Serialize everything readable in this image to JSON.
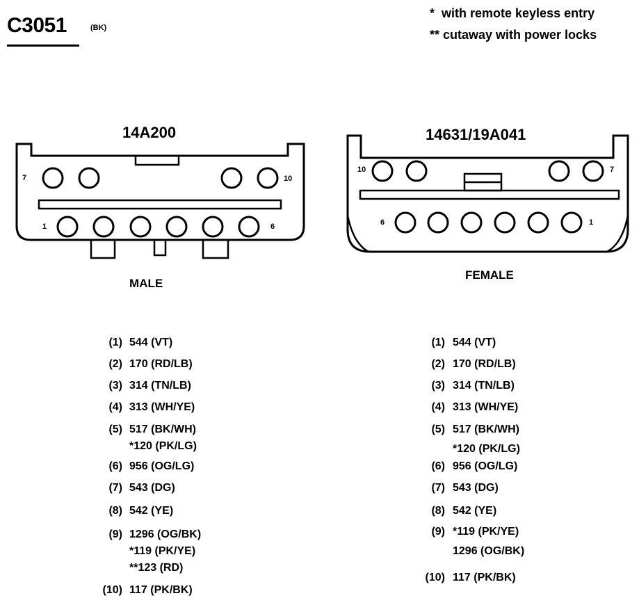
{
  "connector": {
    "id": "C3051",
    "color": "(BK)"
  },
  "notes": {
    "single": "*  with remote keyless entry",
    "double": "** cutaway with power locks"
  },
  "male": {
    "part": "14A200",
    "label": "MALE",
    "pin_labels": {
      "p7": "7",
      "p10": "10",
      "p1": "1",
      "p6": "6"
    },
    "pins": [
      {
        "num": "(1)",
        "lines": [
          "544 (VT)"
        ]
      },
      {
        "num": "(2)",
        "lines": [
          "170 (RD/LB)"
        ]
      },
      {
        "num": "(3)",
        "lines": [
          "314 (TN/LB)"
        ]
      },
      {
        "num": "(4)",
        "lines": [
          "313 (WH/YE)"
        ]
      },
      {
        "num": "(5)",
        "lines": [
          "517 (BK/WH)",
          "*120 (PK/LG)"
        ]
      },
      {
        "num": "(6)",
        "lines": [
          "956 (OG/LG)"
        ]
      },
      {
        "num": "(7)",
        "lines": [
          "543 (DG)"
        ]
      },
      {
        "num": "(8)",
        "lines": [
          "542 (YE)"
        ]
      },
      {
        "num": "(9)",
        "lines": [
          "1296 (OG/BK)",
          "*119 (PK/YE)",
          "**123 (RD)"
        ]
      },
      {
        "num": "(10)",
        "lines": [
          "117 (PK/BK)"
        ]
      }
    ]
  },
  "female": {
    "part": "14631/19A041",
    "label": "FEMALE",
    "pin_labels": {
      "p10": "10",
      "p7": "7",
      "p6": "6",
      "p1": "1"
    },
    "pins": [
      {
        "num": "(1)",
        "lines": [
          "544 (VT)"
        ]
      },
      {
        "num": "(2)",
        "lines": [
          "170 (RD/LB)"
        ]
      },
      {
        "num": "(3)",
        "lines": [
          "314 (TN/LB)"
        ]
      },
      {
        "num": "(4)",
        "lines": [
          "313 (WH/YE)"
        ]
      },
      {
        "num": "(5)",
        "lines": [
          "517 (BK/WH)",
          "*120 (PK/LG)"
        ]
      },
      {
        "num": "(6)",
        "lines": [
          "956 (OG/LG)"
        ]
      },
      {
        "num": "(7)",
        "lines": [
          "543 (DG)"
        ]
      },
      {
        "num": "(8)",
        "lines": [
          "542 (YE)"
        ]
      },
      {
        "num": "(9)",
        "lines": [
          "*119 (PK/YE)",
          "1296 (OG/BK)"
        ]
      },
      {
        "num": "(10)",
        "lines": [
          "117 (PK/BK)"
        ]
      }
    ]
  }
}
